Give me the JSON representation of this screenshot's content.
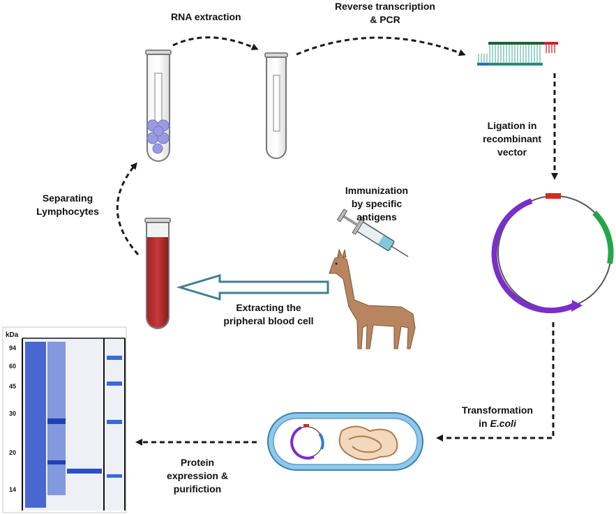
{
  "steps": {
    "rna_extraction": "RNA extraction",
    "reverse_transcription": [
      "Reverse transcription",
      "& PCR"
    ],
    "ligation": [
      "Ligation in",
      "recombinant",
      "vector"
    ],
    "separating": [
      "Separating",
      "Lymphocytes"
    ],
    "immunization": [
      "Immunization",
      "by specific",
      "antigens"
    ],
    "extracting": [
      "Extracting the",
      "pripheral blood cell"
    ],
    "transformation": [
      "Transformation",
      "in ",
      "E.coli"
    ],
    "expression": [
      "Protein",
      "expression &",
      "purifiction"
    ]
  },
  "gel": {
    "unit": "kDa",
    "markers": [
      "94",
      "60",
      "45",
      "30",
      "20",
      "14"
    ]
  },
  "colors": {
    "arrow": "#1a1a1a",
    "blood": "#b22a2a",
    "plasmid": "#7a2fc8",
    "plasmid_green": "#22a845",
    "plasmid_red": "#d42b1e",
    "gel_blue": "#2b4fc7",
    "bacterium": "#8fc8ea",
    "big_arrow": "#3f7f93"
  }
}
